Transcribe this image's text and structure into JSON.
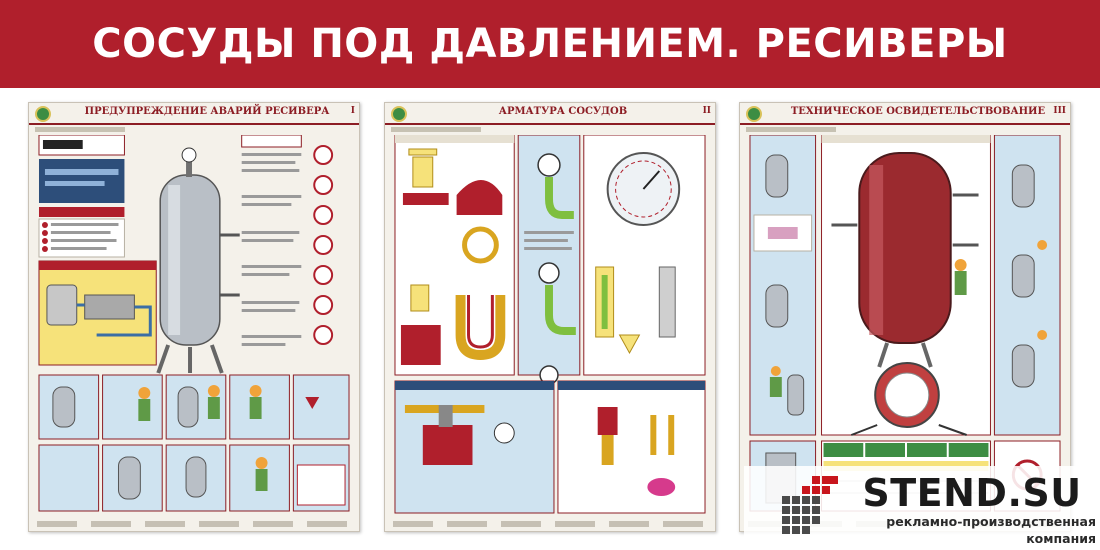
{
  "banner": {
    "title": "СОСУДЫ ПОД ДАВЛЕНИЕМ. РЕСИВЕРЫ"
  },
  "posters": [
    {
      "title": "ПРЕДУПРЕЖДЕНИЕ АВАРИЙ РЕСИВЕРА",
      "number": "I"
    },
    {
      "title": "АРМАТУРА СОСУДОВ",
      "number": "II"
    },
    {
      "title": "ТЕХНИЧЕСКОЕ ОСВИДЕТЕЛЬСТВОВАНИЕ",
      "number": "III"
    }
  ],
  "logo": {
    "name": "STEND.SU",
    "tagline_line1": "рекламно-производственная",
    "tagline_line2": "компания"
  },
  "colors": {
    "banner": "#b01f2c",
    "poster_title": "#8c1d24",
    "poster_background": "#f4f1ea",
    "panel_blue": "#cfe3f0",
    "accent_yellow": "#f6e27a",
    "logo_red": "#c8161d"
  },
  "icons": [
    "emblem-icon",
    "stend-grid-icon",
    "vessel-illustration",
    "valve-illustration",
    "gauge-illustration"
  ]
}
